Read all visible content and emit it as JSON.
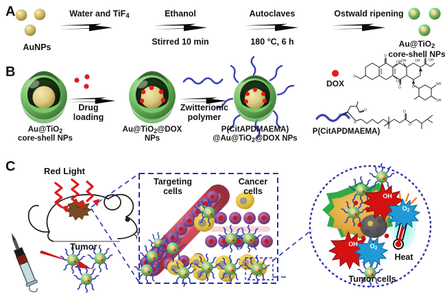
{
  "figure": {
    "type": "scientific-schematic",
    "panels": [
      "A",
      "B",
      "C"
    ]
  },
  "panelA": {
    "letter": "A",
    "start_label": "AuNPs",
    "end_label_line1": "Au@TiO",
    "end_label_sub": "2",
    "end_label_line2": "core-shell NPs",
    "steps": [
      {
        "above": "Water and TiF",
        "above_sub": "4",
        "below": ""
      },
      {
        "above": "Ethanol",
        "below": "Stirred 10 min"
      },
      {
        "above": "Autoclaves",
        "below": "180 °C, 6 h"
      },
      {
        "above": "Ostwald ripening",
        "below": ""
      }
    ]
  },
  "panelB": {
    "letter": "B",
    "arrow1_label_line1": "Drug",
    "arrow1_label_line2": "loading",
    "arrow2_label_line1": "Zwitterionic",
    "arrow2_label_line2": "polymer",
    "species": [
      {
        "line1": "Au@TiO",
        "sub1": "2",
        "line2": "core-shell NPs"
      },
      {
        "line1": "Au@TiO",
        "sub1": "2",
        "mid": "@DOX",
        "line2": "NPs"
      },
      {
        "line1": "P(CitAPDMAEMA)",
        "line2": "@Au@TiO",
        "sub2": "2",
        "line2b": "@DOX NPs"
      }
    ],
    "legend": {
      "dox_label": "DOX",
      "polymer_label": "P(CitAPDMAEMA)"
    }
  },
  "panelC": {
    "letter": "C",
    "red_light_label": "Red Light",
    "tumor_label": "Tumor",
    "targeting_cells_label_line1": "Targeting",
    "targeting_cells_label_line2": "cells",
    "cancer_cells_label_line1": "Cancer",
    "cancer_cells_label_line2": "cells",
    "tumor_cells_label": "Tumor cells",
    "heat_label": "Heat",
    "radical_label": "OH",
    "oxygen_label_main": "O",
    "oxygen_label_sub": "2"
  },
  "colors": {
    "gold": "#c9b35c",
    "gold_light": "#e8dd9e",
    "shell_green": "#76c36a",
    "shell_green_dark": "#3f7a3a",
    "dox_red": "#e01b1b",
    "polymer_blue": "#3b3fae",
    "dashed_blue": "#2b2fa8",
    "vessel_red": "#c8414f",
    "cancer_yellow": "#e8c53e",
    "target_purple": "#8e4b8e",
    "cyto_orange": "#e0a83c",
    "membrane_green": "#2faa46",
    "heat_orange": "#ef7f22",
    "red_light": "#e11b1b",
    "o2_blue": "#2aa8e0"
  }
}
